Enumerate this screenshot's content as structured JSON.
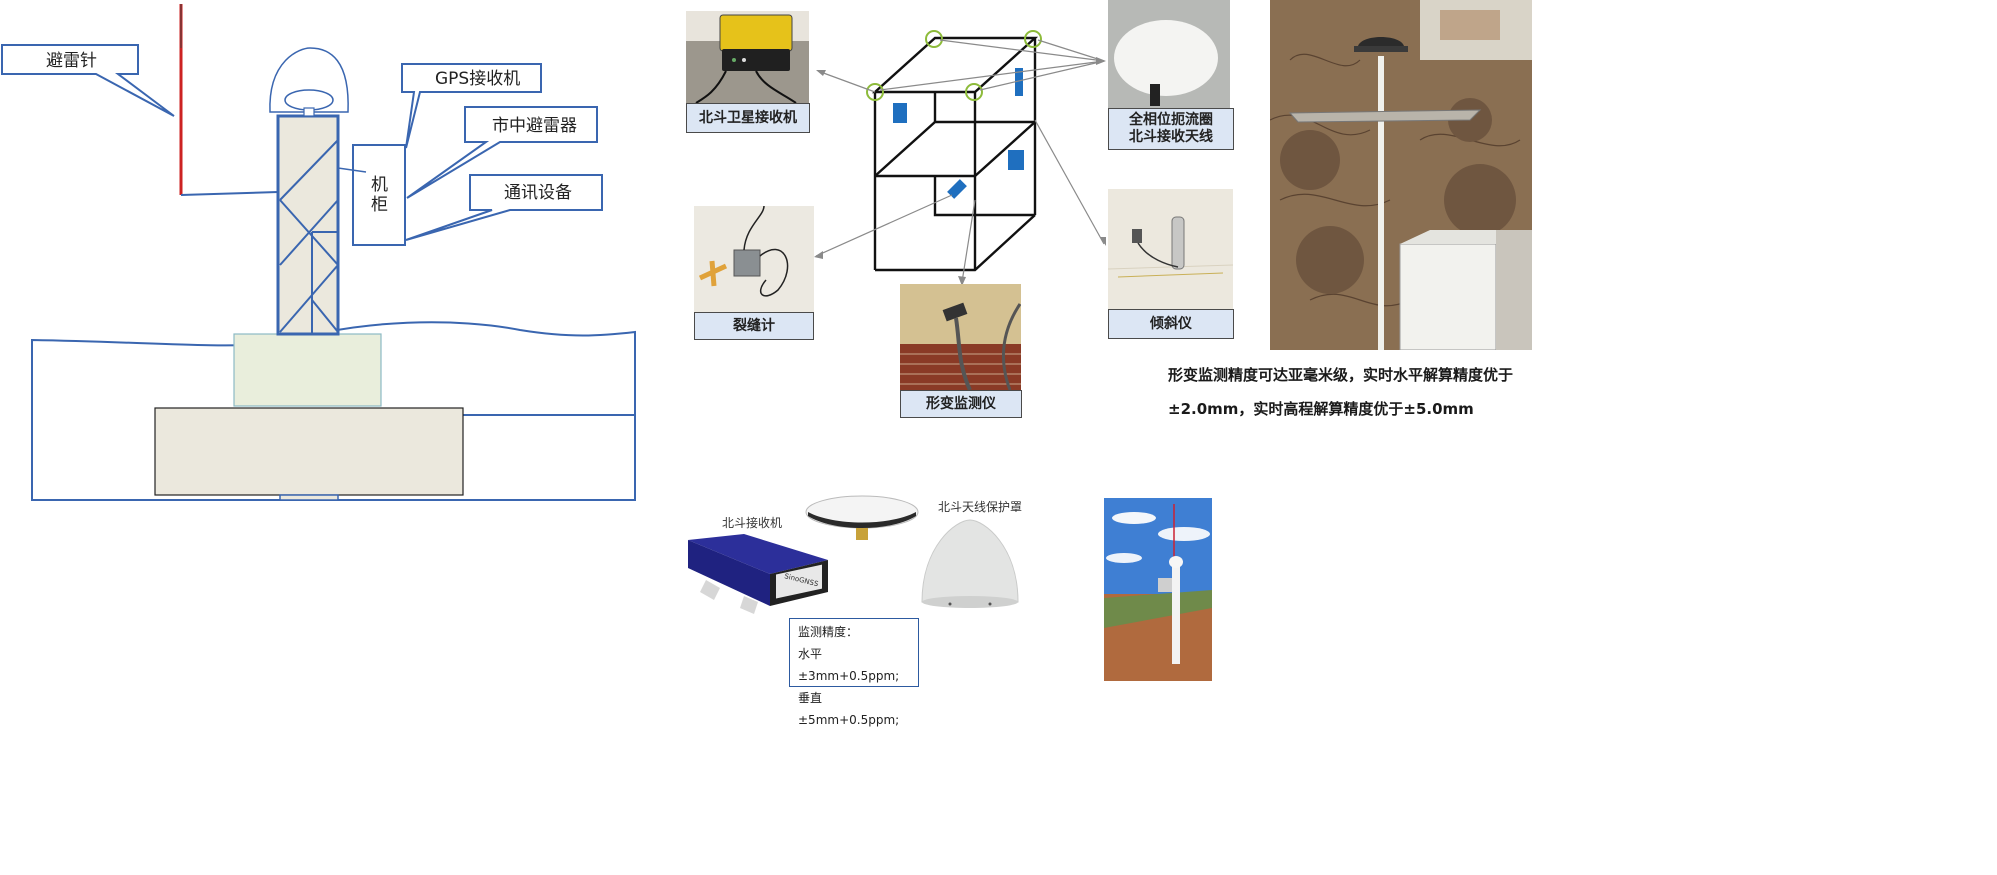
{
  "left_diagram": {
    "callouts": {
      "lightning_rod": "避雷针",
      "gps_receiver": "GPS接收机",
      "lightning_arrester": "市中避雷器",
      "comm_equipment": "通讯设备"
    },
    "cabinet_label": [
      "机",
      "柜"
    ]
  },
  "middle_panel": {
    "captions": {
      "beidou_receiver": "北斗卫星接收机",
      "crack_meter": "裂缝计",
      "deformation_monitor": "形变监测仪",
      "antenna": [
        "全相位扼流圈",
        "北斗接收天线"
      ],
      "inclinometer": "倾斜仪"
    }
  },
  "precision_note": {
    "line1": "形变监测精度可达亚毫米级，实时水平解算精度优于",
    "line2": "±2.0mm，实时高程解算精度优于±5.0mm"
  },
  "bottom_panel": {
    "receiver_label": "北斗接收机",
    "cover_label": "北斗天线保护罩",
    "device_brand": "SinoGNSS",
    "spec": {
      "title": "监测精度：",
      "horizontal": "水平±3mm+0.5ppm;",
      "vertical": "垂直±5mm+0.5ppm;"
    }
  },
  "colors": {
    "diagram_blue": "#3a66b0",
    "caption_fill": "#dce6f4",
    "sensor_blue": "#1f6fbf",
    "marker_green": "#8dbb3a",
    "tower_fill": "#ebe8dd"
  }
}
